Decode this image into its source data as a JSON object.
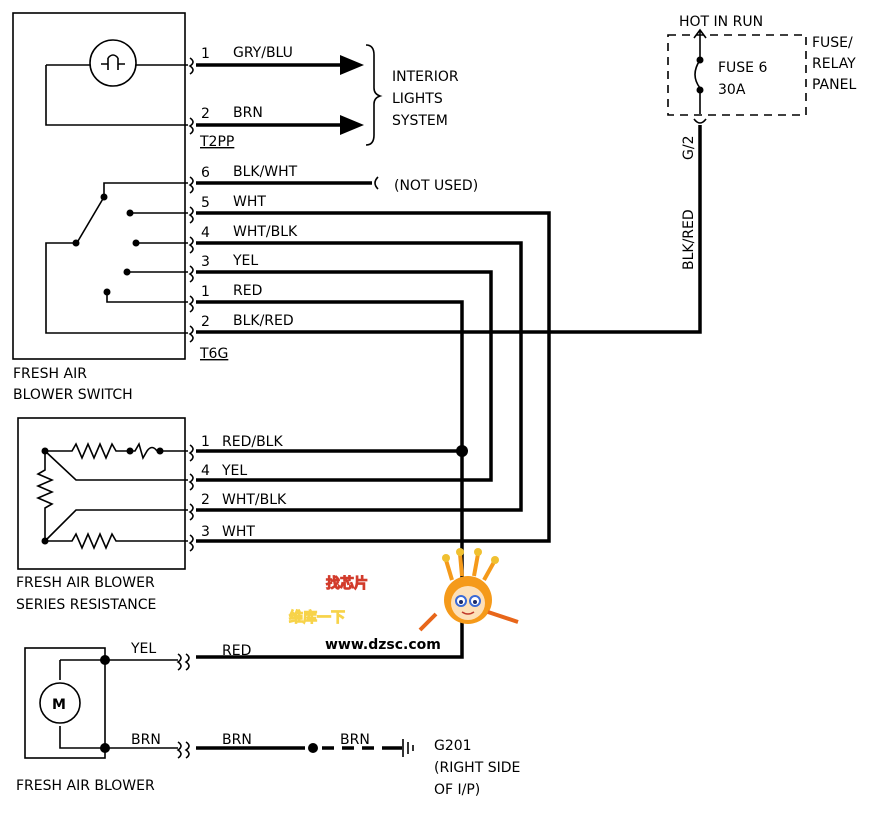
{
  "switch": {
    "title_line1": "FRESH AIR",
    "title_line2": "BLOWER SWITCH",
    "connector_main": "T6G",
    "connector_lamp": "T2PP",
    "pins": [
      {
        "pin": "1",
        "wire": "GRY/BLU"
      },
      {
        "pin": "2",
        "wire": "BRN"
      },
      {
        "pin": "6",
        "wire": "BLK/WHT"
      },
      {
        "pin": "5",
        "wire": "WHT"
      },
      {
        "pin": "4",
        "wire": "WHT/BLK"
      },
      {
        "pin": "3",
        "wire": "YEL"
      },
      {
        "pin": "1",
        "wire": "RED"
      },
      {
        "pin": "2",
        "wire": "BLK/RED"
      }
    ]
  },
  "interior_lights": {
    "line1": "INTERIOR",
    "line2": "LIGHTS",
    "line3": "SYSTEM"
  },
  "not_used": "(NOT USED)",
  "fuse": {
    "hot_label": "HOT IN RUN",
    "name": "FUSE 6",
    "rating": "30A",
    "panel_line1": "FUSE/",
    "panel_line2": "RELAY",
    "panel_line3": "PANEL",
    "terminal": "G/2",
    "feed_wire": "BLK/RED"
  },
  "resistance": {
    "title_line1": "FRESH AIR BLOWER",
    "title_line2": "SERIES RESISTANCE",
    "pins": [
      {
        "pin": "1",
        "wire": "RED/BLK"
      },
      {
        "pin": "4",
        "wire": "YEL"
      },
      {
        "pin": "2",
        "wire": "WHT/BLK"
      },
      {
        "pin": "3",
        "wire": "WHT"
      }
    ]
  },
  "blower": {
    "title": "FRESH AIR BLOWER",
    "motor_symbol": "M",
    "top_wire_left": "YEL",
    "top_wire_right": "RED",
    "bottom_wire_left": "BRN",
    "bottom_wire_mid": "BRN",
    "bottom_wire_right": "BRN"
  },
  "ground": {
    "name": "G201",
    "line2": "(RIGHT SIDE",
    "line3": "OF I/P)"
  },
  "watermark": {
    "top": "找芯片",
    "middle": "维库一下",
    "url": "www.dzsc.com"
  }
}
